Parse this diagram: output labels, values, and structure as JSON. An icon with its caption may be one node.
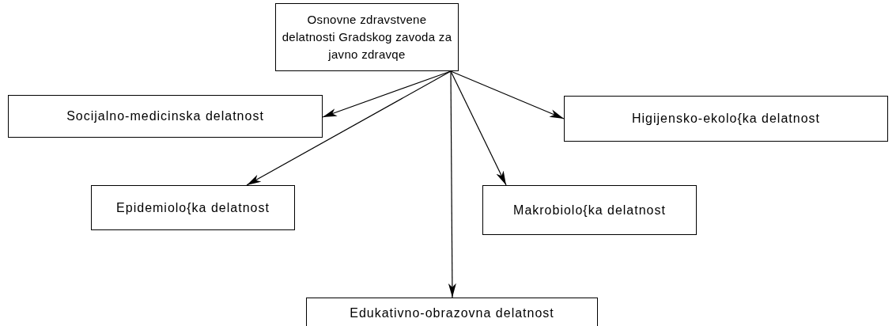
{
  "diagram": {
    "nodes": [
      {
        "text": [
          "Osnovne zdravstvene delatnosti Gradskog zavoda za javno zdravqe"
        ]
      },
      {
        "text": [
          "Socijalno-medicinska delatnost"
        ]
      },
      {
        "text": [
          "Higijensko-ekolo{ka delatnost"
        ]
      },
      {
        "text": [
          "Epidemiolo{ka delatnost"
        ]
      },
      {
        "text": [
          "Makrobiolo{ka delatnost"
        ]
      },
      {
        "text": [
          "Edukativno-obrazovna delatnost"
        ]
      }
    ],
    "edges": [
      {
        "from": 0,
        "to": 1,
        "arrow": "to"
      },
      {
        "from": 0,
        "to": 2,
        "arrow": "to"
      },
      {
        "from": 0,
        "to": 3,
        "arrow": "to"
      },
      {
        "from": 0,
        "to": 4,
        "arrow": "to"
      },
      {
        "from": 0,
        "to": 5,
        "arrow": "to"
      }
    ]
  }
}
